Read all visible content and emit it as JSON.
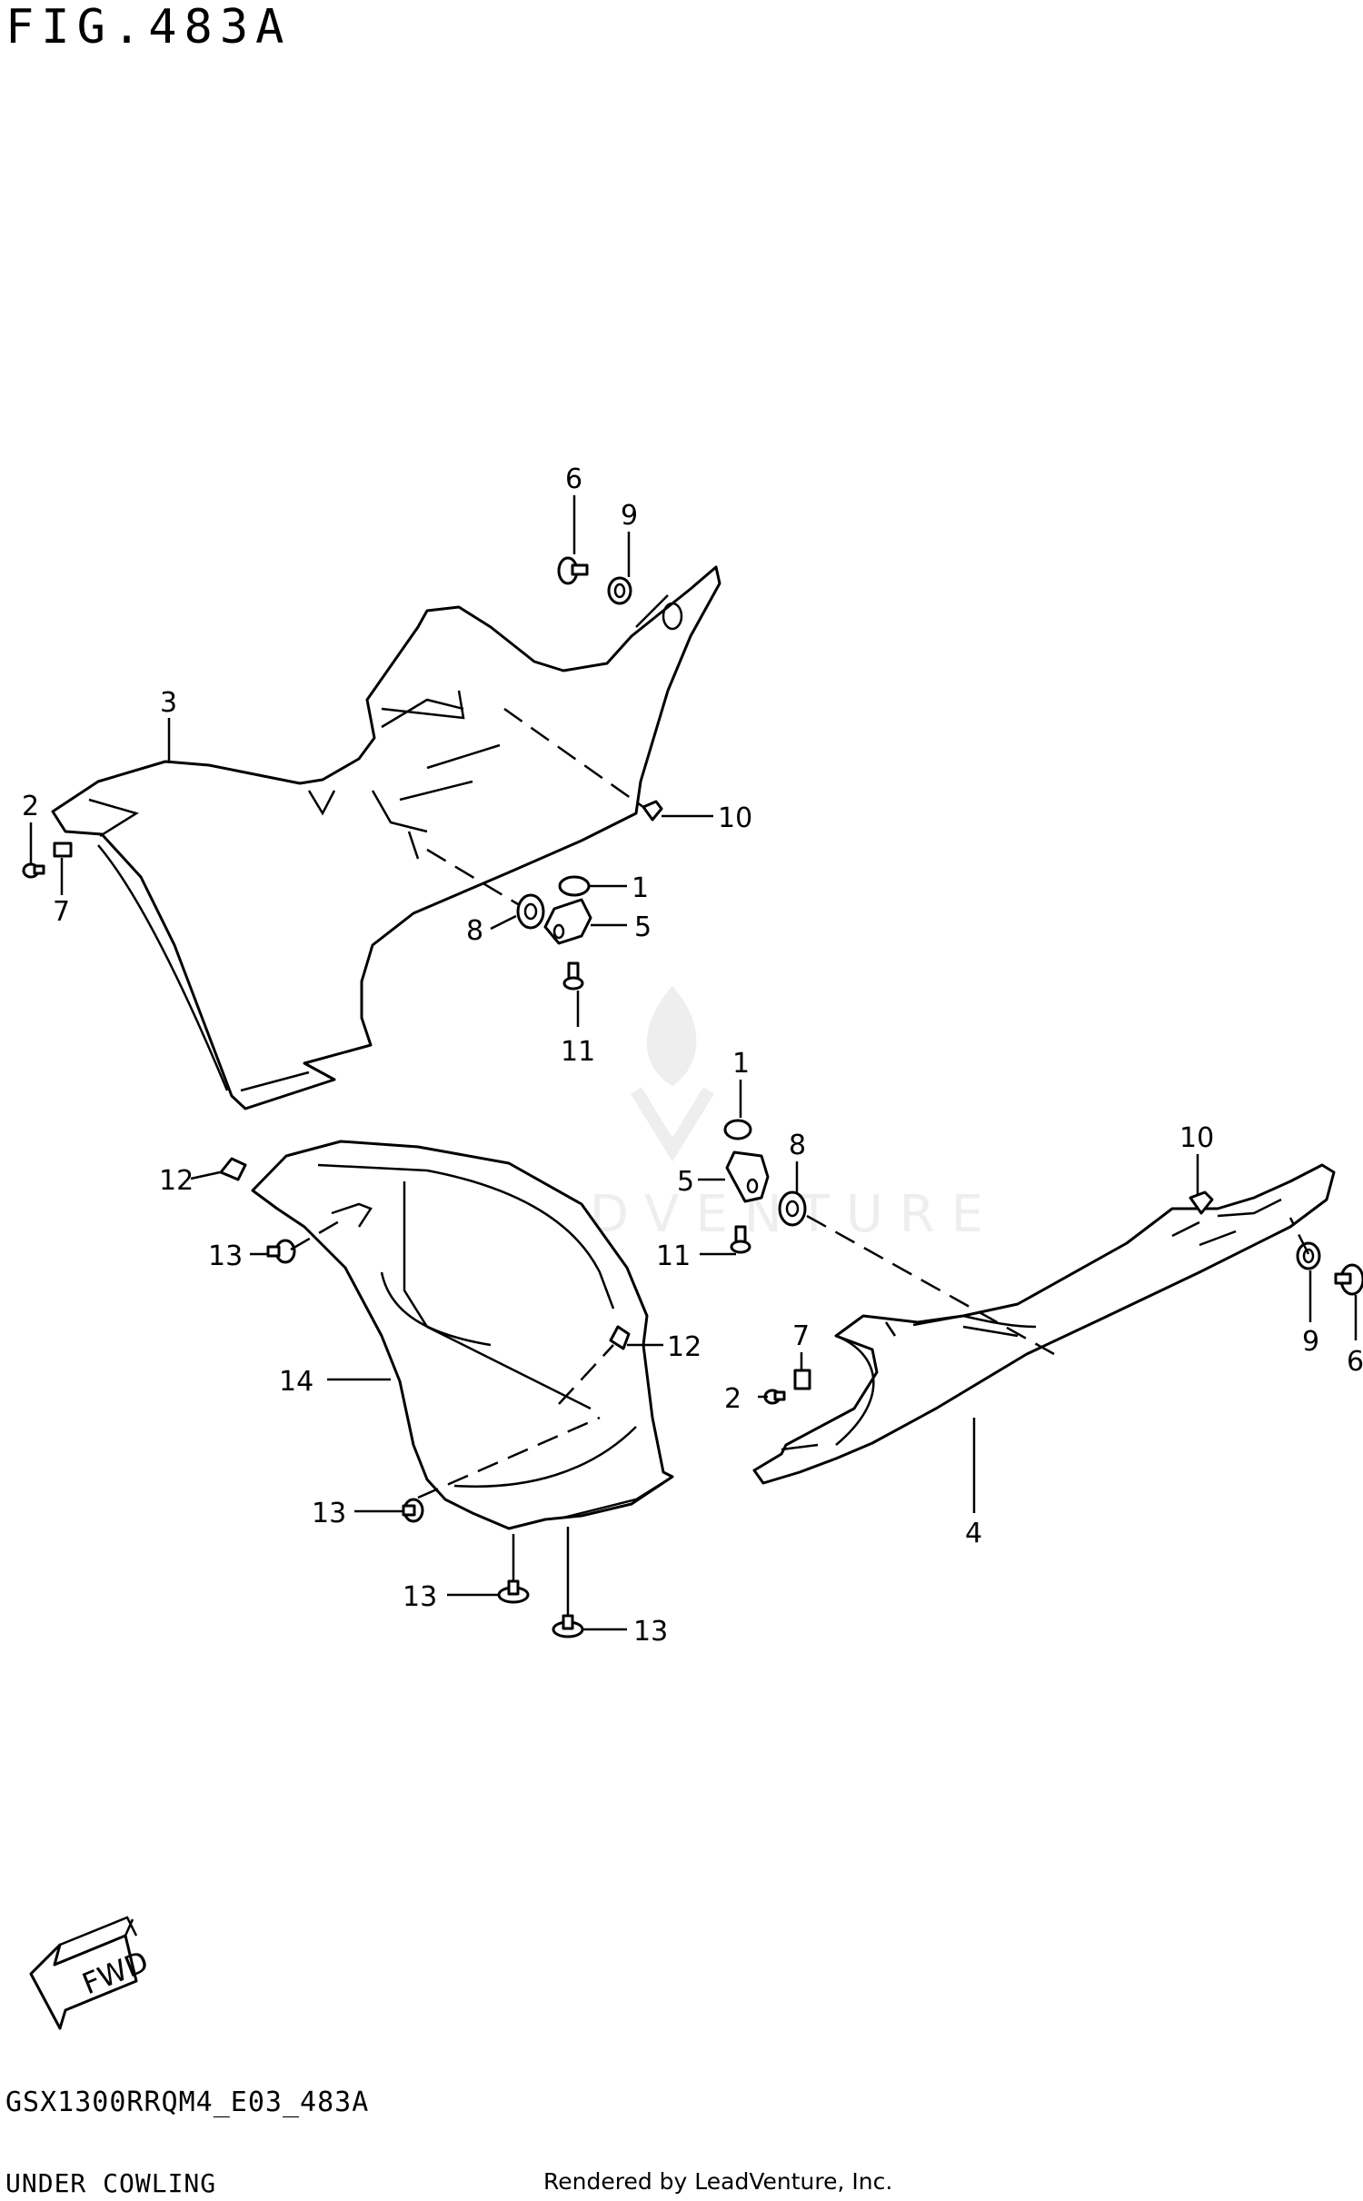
{
  "figure": {
    "title": "FIG.483A",
    "code": "GSX1300RRQM4_E03_483A",
    "name": "UNDER COWLING",
    "credit": "Rendered by LeadVenture, Inc.",
    "watermark": "LEADVENTURE"
  },
  "direction_badge": {
    "label": "FWD"
  },
  "callouts": [
    {
      "id": "c6a",
      "label": "6"
    },
    {
      "id": "c9a",
      "label": "9"
    },
    {
      "id": "c3",
      "label": "3"
    },
    {
      "id": "c2a",
      "label": "2"
    },
    {
      "id": "c7a",
      "label": "7"
    },
    {
      "id": "c10a",
      "label": "10"
    },
    {
      "id": "c1a",
      "label": "1"
    },
    {
      "id": "c8a",
      "label": "8"
    },
    {
      "id": "c5a",
      "label": "5"
    },
    {
      "id": "c11a",
      "label": "11"
    },
    {
      "id": "c1b",
      "label": "1"
    },
    {
      "id": "c5b",
      "label": "5"
    },
    {
      "id": "c8b",
      "label": "8"
    },
    {
      "id": "c11b",
      "label": "11"
    },
    {
      "id": "c10b",
      "label": "10"
    },
    {
      "id": "c12a",
      "label": "12"
    },
    {
      "id": "c13a",
      "label": "13"
    },
    {
      "id": "c14",
      "label": "14"
    },
    {
      "id": "c12b",
      "label": "12"
    },
    {
      "id": "c7b",
      "label": "7"
    },
    {
      "id": "c2b",
      "label": "2"
    },
    {
      "id": "c9b",
      "label": "9"
    },
    {
      "id": "c6b",
      "label": "6"
    },
    {
      "id": "c4",
      "label": "4"
    },
    {
      "id": "c13b",
      "label": "13"
    },
    {
      "id": "c13c",
      "label": "13"
    },
    {
      "id": "c13d",
      "label": "13"
    }
  ]
}
